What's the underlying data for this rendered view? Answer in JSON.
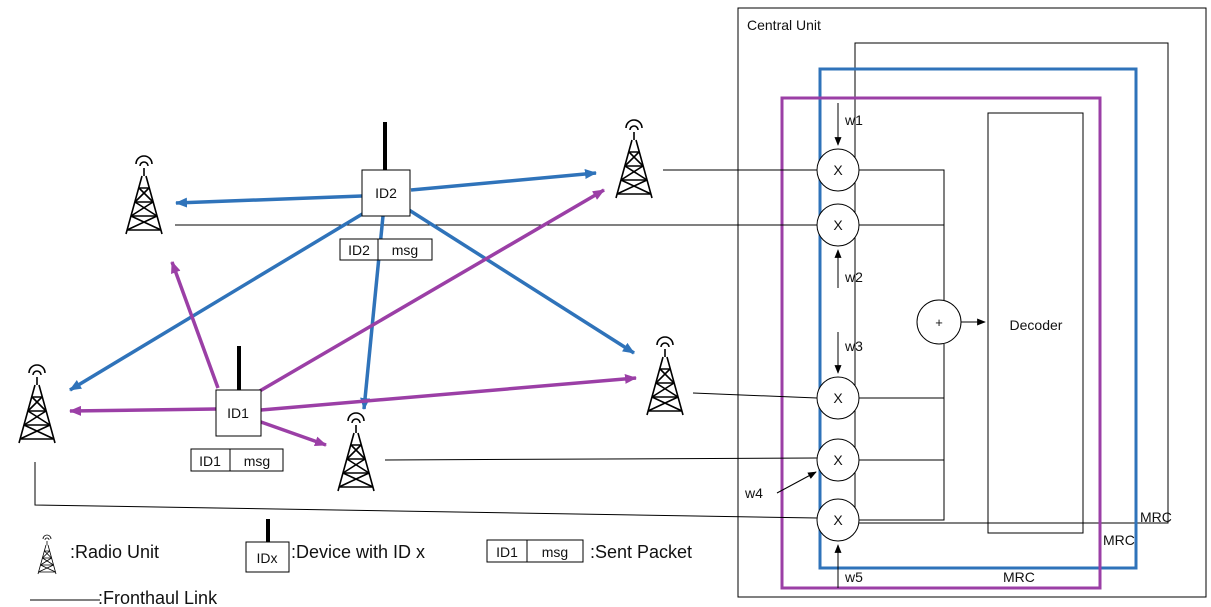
{
  "colors": {
    "blue": "#2f73ba",
    "purple": "#9b3fa6",
    "black": "#000000"
  },
  "central_unit": {
    "title": "Central Unit",
    "weights": [
      "w1",
      "w2",
      "w3",
      "w4",
      "w5"
    ],
    "multiplier_symbol": "X",
    "combiner_symbol": "+",
    "decoder_label": "Decoder",
    "mrc_labels": [
      "MRC",
      "MRC",
      "MRC"
    ]
  },
  "devices": [
    {
      "id": "ID2",
      "packet_id": "ID2",
      "packet_msg": "msg"
    },
    {
      "id": "ID1",
      "packet_id": "ID1",
      "packet_msg": "msg"
    }
  ],
  "legend": {
    "radio_unit": ":Radio Unit",
    "device_icon_label": "IDx",
    "device": ":Device with ID x",
    "packet_id": "ID1",
    "packet_msg": "msg",
    "sent_packet": ":Sent Packet",
    "fronthaul_link": ":Fronthaul Link"
  }
}
